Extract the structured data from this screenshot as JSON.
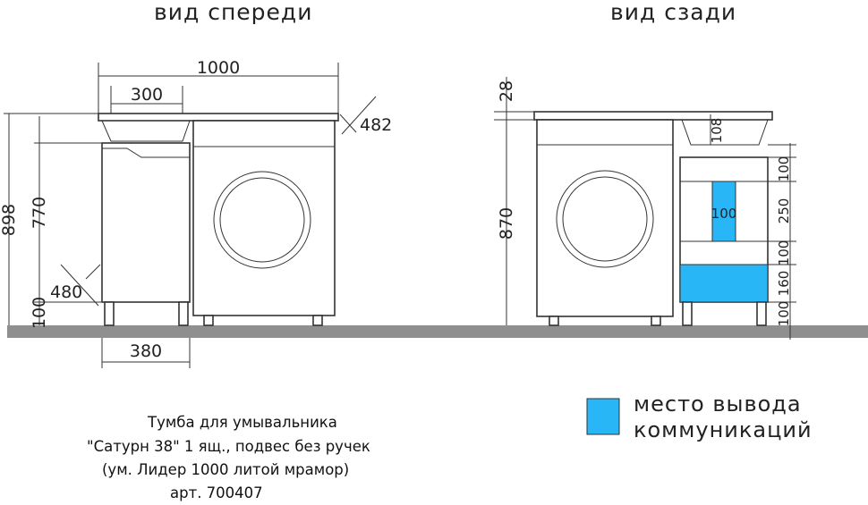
{
  "views": {
    "front_title": "вид спереди",
    "back_title": "вид сзади"
  },
  "front_dims": {
    "total_width": "1000",
    "sink_width": "300",
    "depth_top": "482",
    "height_total": "898",
    "height_body": "770",
    "depth_cabinet": "480",
    "leg_height": "100",
    "cabinet_width": "380"
  },
  "back_dims": {
    "top_thickness": "28",
    "bowl_depth": "108",
    "height": "870",
    "seg_1": "100",
    "seg_2": "250",
    "seg_3": "100",
    "seg_4": "160",
    "seg_5": "100",
    "hole_width": "100"
  },
  "legend": {
    "line1": "место вывода",
    "line2": "коммуникаций",
    "color": "#29b6f6"
  },
  "caption": {
    "line1": "Тумба для умывальника",
    "line2": "\"Сатурн 38\" 1 ящ., подвес без ручек",
    "line3": "(ум. Лидер 1000 литой мрамор)",
    "line4": "арт. 700407"
  },
  "colors": {
    "floor": "#8f8f8f",
    "accent": "#29b6f6"
  }
}
